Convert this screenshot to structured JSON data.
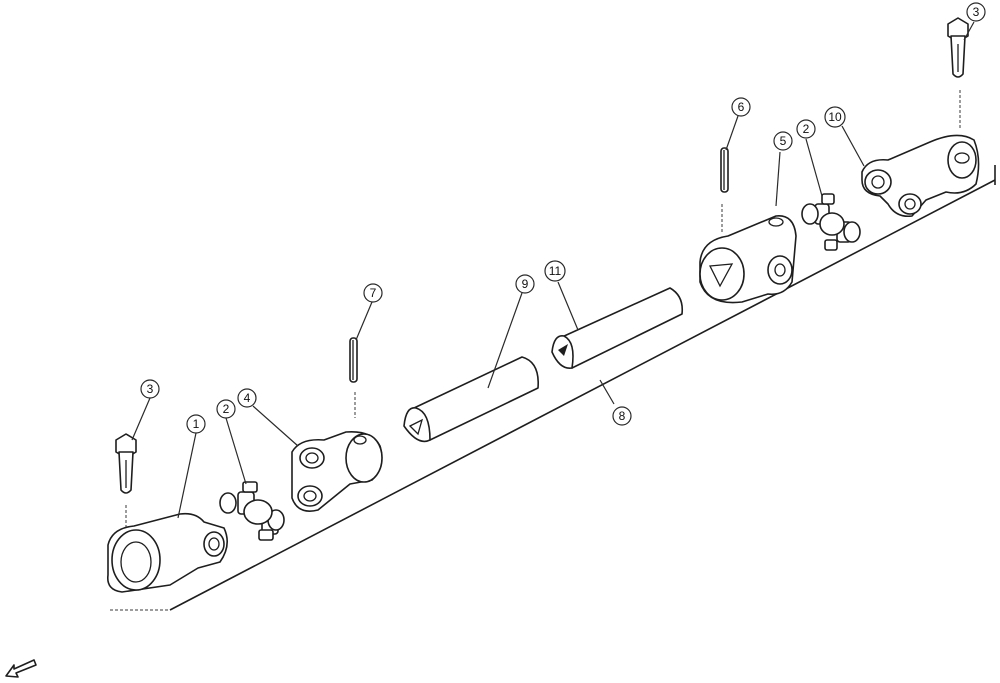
{
  "diagram": {
    "callouts": [
      {
        "id": "c-3-left",
        "label": "3"
      },
      {
        "id": "c-1",
        "label": "1"
      },
      {
        "id": "c-2-left",
        "label": "2"
      },
      {
        "id": "c-4",
        "label": "4"
      },
      {
        "id": "c-7",
        "label": "7"
      },
      {
        "id": "c-9",
        "label": "9"
      },
      {
        "id": "c-11",
        "label": "11"
      },
      {
        "id": "c-8",
        "label": "8"
      },
      {
        "id": "c-6",
        "label": "6"
      },
      {
        "id": "c-5",
        "label": "5"
      },
      {
        "id": "c-2-right",
        "label": "2"
      },
      {
        "id": "c-10",
        "label": "10"
      },
      {
        "id": "c-3-right",
        "label": "3"
      }
    ],
    "icons": {
      "direction_arrow": "arrow-down-left-icon"
    },
    "colors": {
      "line": "#1e1e1e",
      "background": "#ffffff"
    }
  }
}
